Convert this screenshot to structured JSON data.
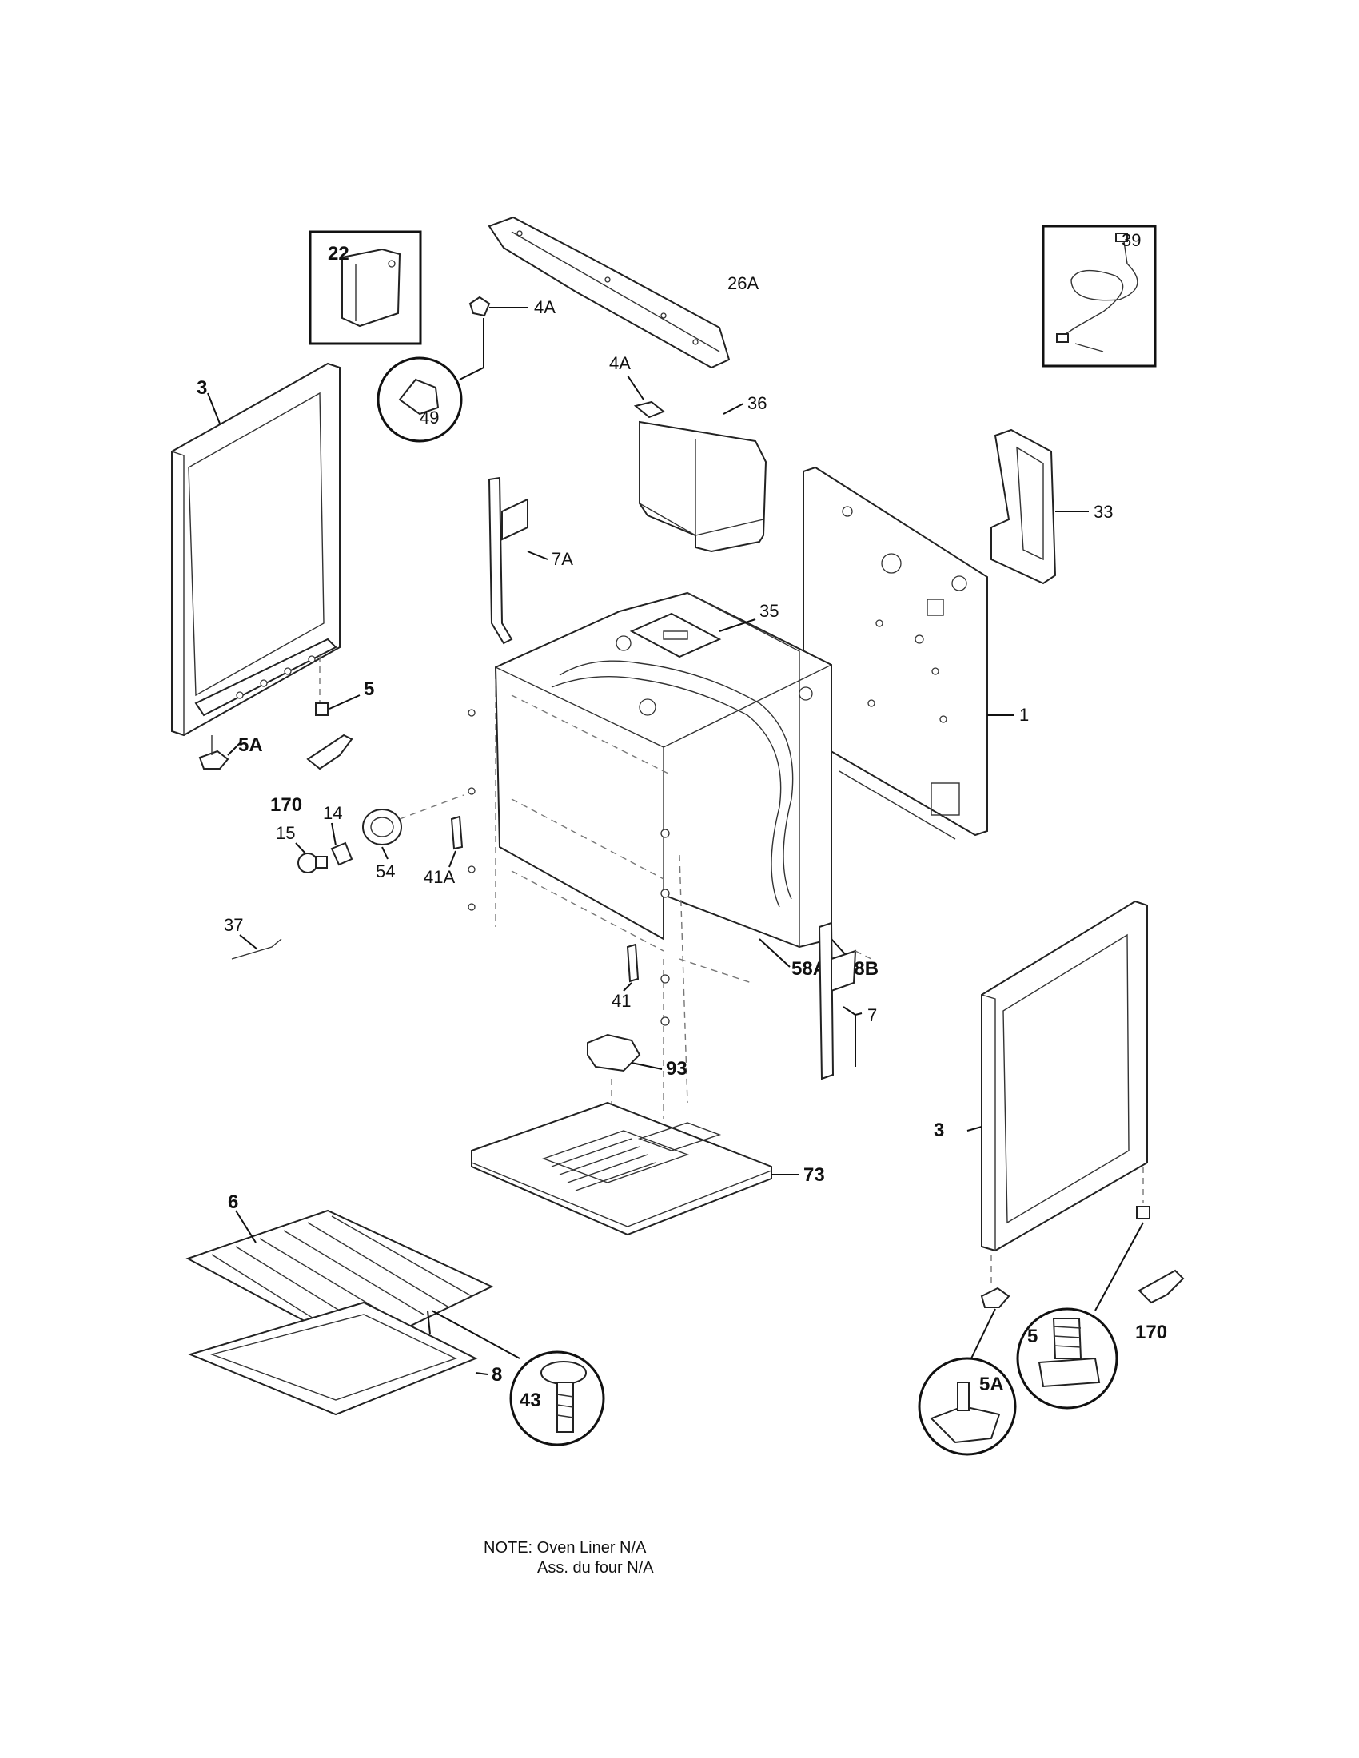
{
  "labels": {
    "p22": "22",
    "p39": "39",
    "p26a": "26A",
    "p4a_top": "4A",
    "p4a_mid": "4A",
    "p49": "49",
    "p3_left": "3",
    "p36": "36",
    "p33": "33",
    "p7a": "7A",
    "p35": "35",
    "p1": "1",
    "p5_left": "5",
    "p5a_left": "5A",
    "p170_left": "170",
    "p14": "14",
    "p15": "15",
    "p54": "54",
    "p41a": "41A",
    "p58a": "58A",
    "p58b": "58B",
    "p37": "37",
    "p41": "41",
    "p7": "7",
    "p93": "93",
    "p3_right": "3",
    "p73": "73",
    "p6": "6",
    "p8": "8",
    "p43": "43",
    "p170_right": "170",
    "p5_circle": "5",
    "p5a_circle": "5A"
  },
  "note": {
    "line1": "NOTE: Oven Liner N/A",
    "line2": "Ass. du four N/A"
  }
}
